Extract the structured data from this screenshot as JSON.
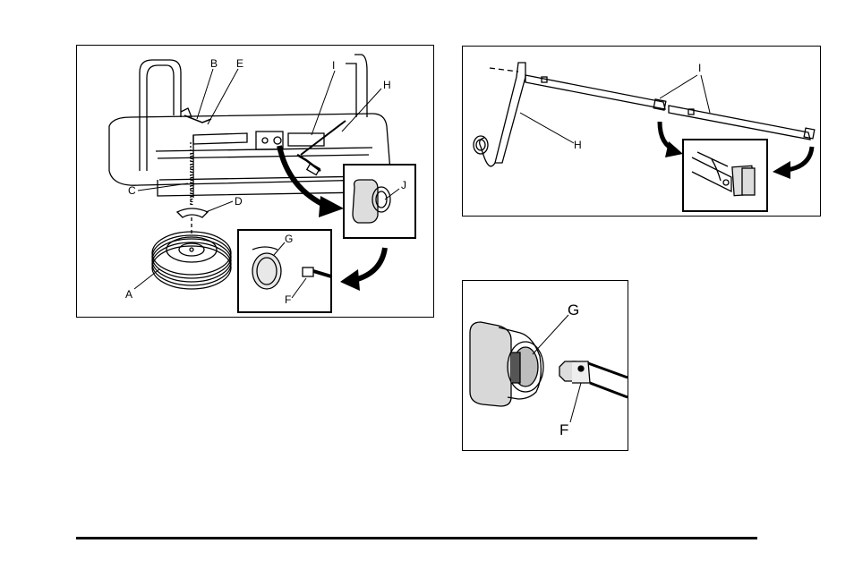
{
  "figure1": {
    "labels": {
      "a": "A",
      "b": "B",
      "c": "C",
      "d": "D",
      "e": "E",
      "f": "F",
      "g": "G",
      "h": "H",
      "i": "I",
      "j": "J"
    }
  },
  "figure2": {
    "labels": {
      "h": "H",
      "i": "I"
    }
  },
  "figure3": {
    "labels": {
      "g": "G",
      "f": "F"
    }
  }
}
